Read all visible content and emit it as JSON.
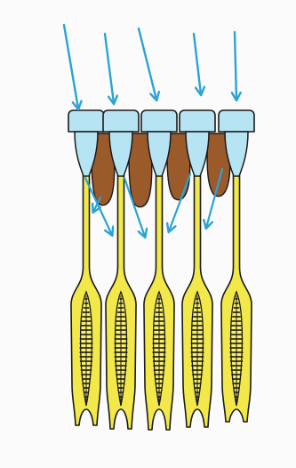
{
  "diagram": {
    "background_color": "#fbfbfb",
    "units": [
      {
        "id": 1
      },
      {
        "id": 2
      },
      {
        "id": 3
      },
      {
        "id": 4
      },
      {
        "id": 5
      }
    ],
    "incident_arrow_count": 5,
    "refracted_arrow_count": 5,
    "colors": {
      "arrow": "#2aa3d6",
      "cap_fill": "#b7e4f3",
      "cap_stroke": "#1a1a1a",
      "pigment": "#9a5a2a",
      "receptor_fill": "#f2e84a",
      "outline": "#1a1a1a",
      "stripes": "#1a1a1a"
    }
  }
}
